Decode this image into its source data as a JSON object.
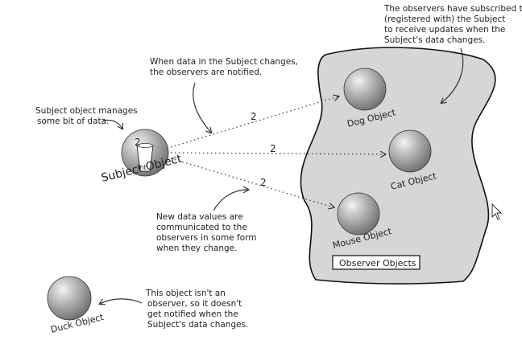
{
  "annotations": {
    "observers_subscribed": [
      "The observers have subscribed to",
      "(registered with) the Subject",
      "to receive updates when the",
      "Subject's data changes."
    ],
    "data_changes": [
      "When data in the Subject changes,",
      "the observers are notified."
    ],
    "subject_manages": [
      "Subject object manages",
      "some bit of data."
    ],
    "new_values": [
      "New data values are",
      "communicated to the",
      "observers in some form",
      "when they change."
    ],
    "duck_note": [
      "This object isn't an",
      "observer, so it doesn't",
      "get notified when the",
      "Subject's data changes."
    ]
  },
  "subject": {
    "label": "Subject Object",
    "value": "2",
    "type_label": "int"
  },
  "observers": [
    {
      "label": "Dog Object",
      "value": "2"
    },
    {
      "label": "Cat Object",
      "value": "2"
    },
    {
      "label": "Mouse Object",
      "value": "2"
    }
  ],
  "observer_group_label": "Observer Objects",
  "duck": {
    "label": "Duck Object"
  },
  "colors": {
    "group_fill": "#d6d6d6",
    "sphere": "#8a8a8a",
    "ink": "#222222"
  }
}
